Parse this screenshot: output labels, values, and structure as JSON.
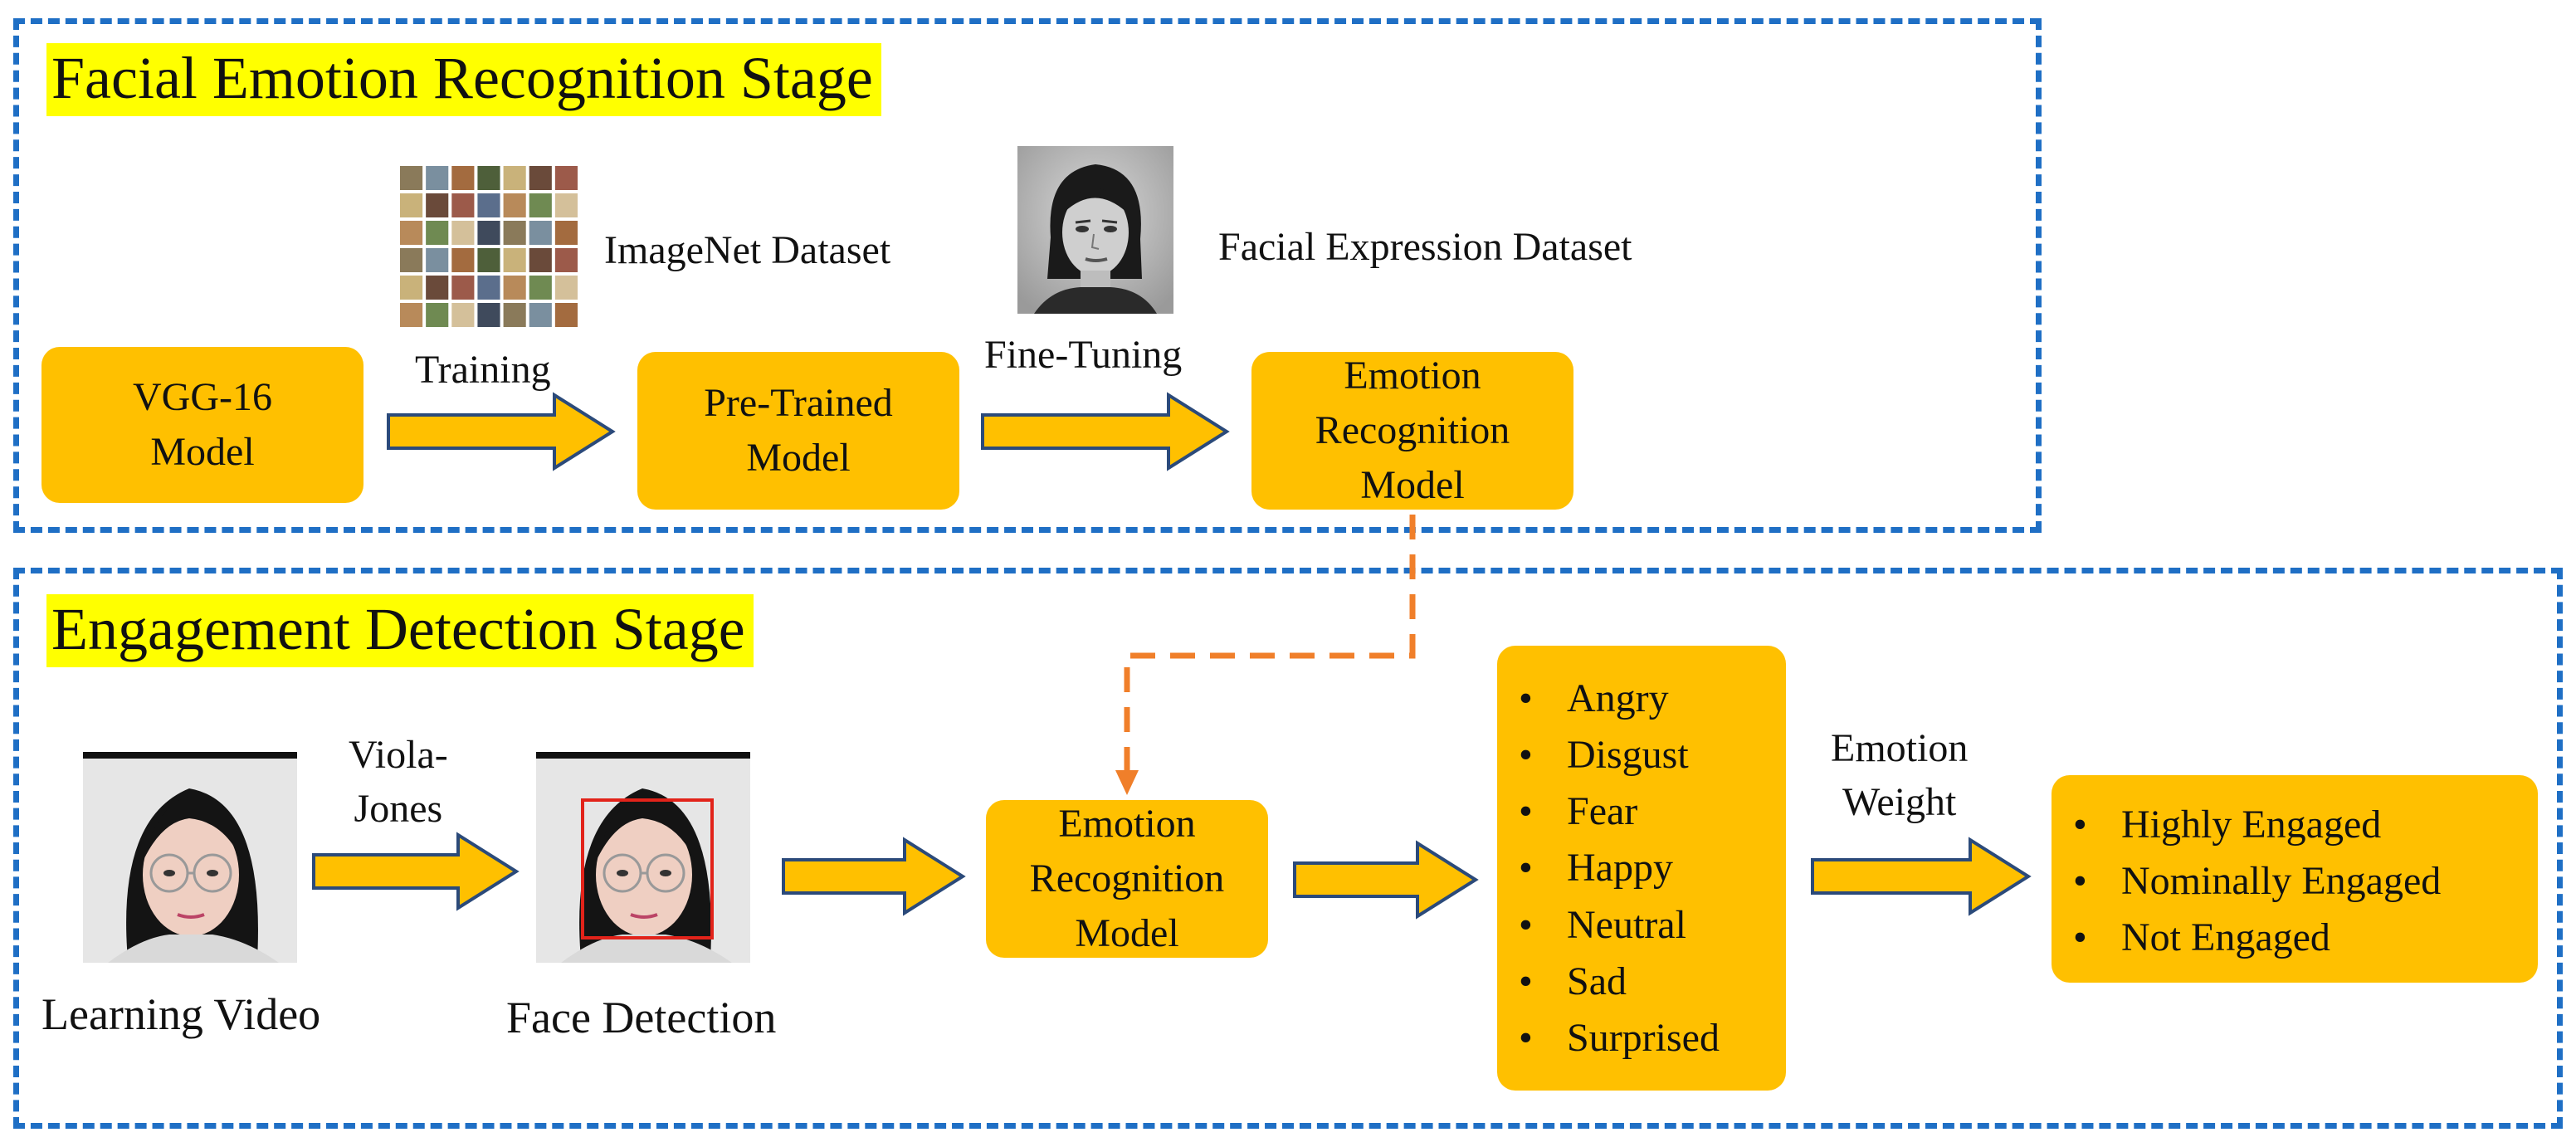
{
  "stage1": {
    "title": "Facial Emotion Recognition Stage",
    "vgg_lines": [
      "VGG-16",
      "Model"
    ],
    "pretrained_lines": [
      "Pre-Trained",
      "Model"
    ],
    "erm_lines": [
      "Emotion",
      "Recognition",
      "Model"
    ],
    "label_imagenet": "ImageNet Dataset",
    "label_facial_dataset": "Facial Expression Dataset",
    "label_training": "Training",
    "label_finetuning": "Fine-Tuning"
  },
  "stage2": {
    "title": "Engagement Detection Stage",
    "label_viola": [
      "Viola-",
      "Jones"
    ],
    "label_learning_video": "Learning Video",
    "label_face_detection": "Face Detection",
    "erm_lines": [
      "Emotion",
      "Recognition",
      "Model"
    ],
    "emotions": [
      "Angry",
      "Disgust",
      "Fear",
      "Happy",
      "Neutral",
      "Sad",
      "Surprised"
    ],
    "label_weight": [
      "Emotion",
      "Weight"
    ],
    "engagement": [
      "Highly Engaged",
      "Nominally Engaged",
      "Not Engaged"
    ]
  },
  "colors": {
    "box_fill": "#ffc000",
    "border_dashed": "#1f6fc5",
    "connector_dashed": "#f07f2a",
    "title_highlight": "#ffff00",
    "arrow_outline": "#2b4a7a"
  }
}
